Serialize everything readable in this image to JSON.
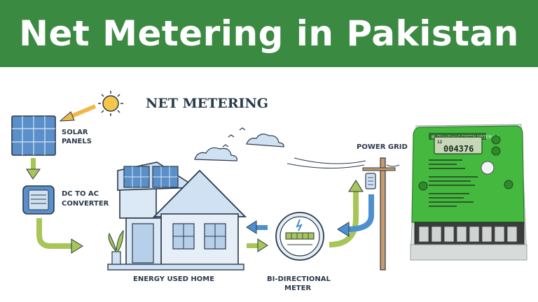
{
  "banner": {
    "title": "Net Metering in Pakistan"
  },
  "diagram": {
    "title": "NET METERING",
    "labels": {
      "solar_line1": "SOLAR",
      "solar_line2": "PANELS",
      "converter_line1": "DC TO AC",
      "converter_line2": "CONVERTER",
      "grid": "POWER GRID",
      "home": "ENERGY USED HOME",
      "meter_line1": "BI-DIRECTIONAL",
      "meter_line2": "METER"
    }
  },
  "meter_photo": {
    "display_reading": "004376",
    "display_small": "12",
    "header_text": "Bi-Directional  GREEN METERING"
  },
  "colors": {
    "banner": "#3a8a41",
    "arrow_green": "#a7c657",
    "arrow_blue": "#4e8fcf",
    "line_art": "#2b3a4a",
    "meter_green": "#45b83f"
  }
}
